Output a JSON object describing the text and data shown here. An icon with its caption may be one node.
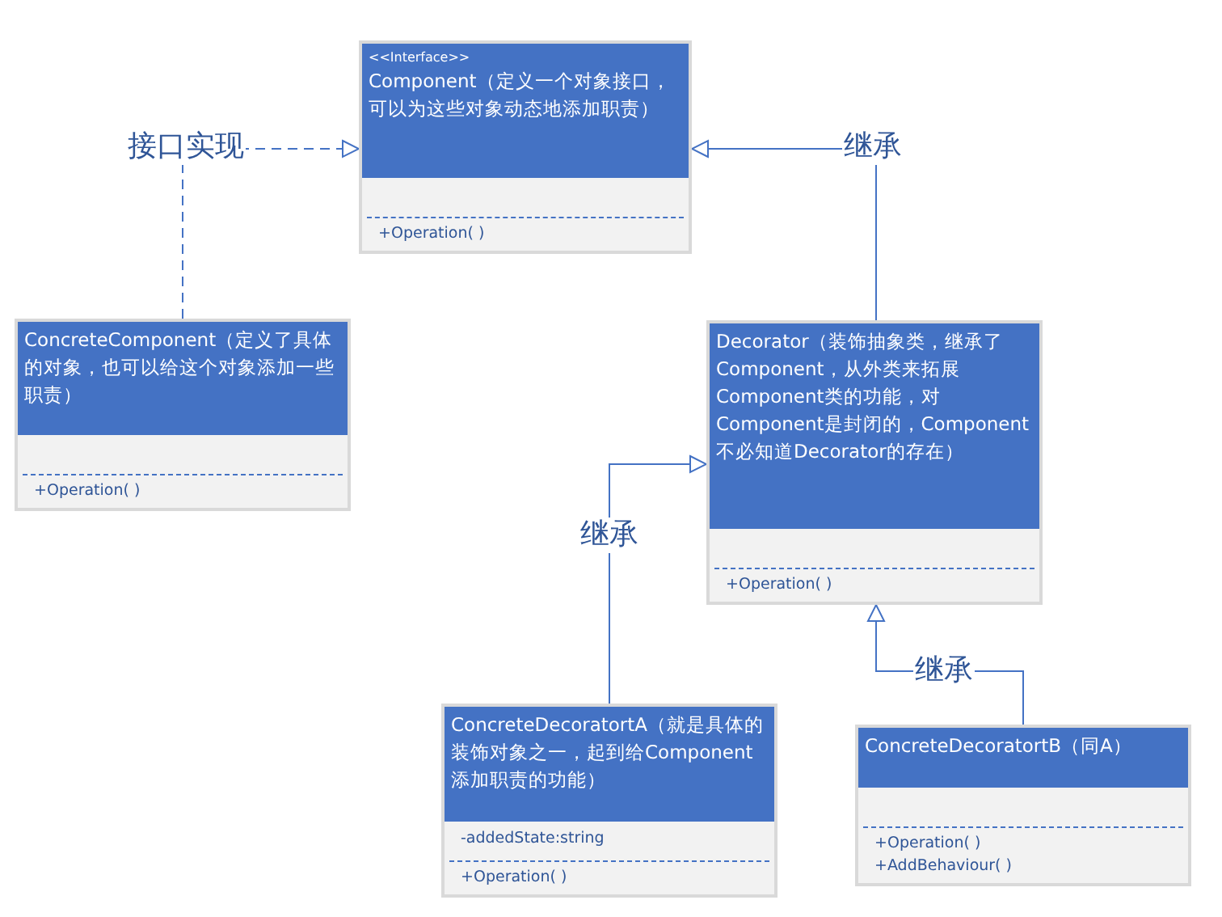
{
  "diagram": {
    "nodes": [
      {
        "text": [
          "<<Interface>>",
          "Component（定义一个对象接口，可以为这些对象动态地添加职责）",
          "+Operation( )"
        ]
      },
      {
        "text": [
          "ConcreteComponent（定义了具体的对象，也可以给这个对象添加一些职责）",
          "+Operation( )"
        ]
      },
      {
        "text": [
          "Decorator（装饰抽象类，继承了Component，从外类来拓展Component类的功能，对Component是封闭的，Component不必知道Decorator的存在）",
          "+Operation( )"
        ]
      },
      {
        "text": [
          "ConcreteDecoratortA（就是具体的装饰对象之一，起到给Component添加职责的功能）",
          "-addedState:string",
          "+Operation( )"
        ]
      },
      {
        "text": [
          "ConcreteDecoratortB（同A）",
          "+Operation( )",
          "+AddBehaviour( )"
        ]
      }
    ],
    "edges": [
      {
        "from": 1,
        "to": 0,
        "arrow": "to",
        "label": "接口实现",
        "style": "dashed"
      },
      {
        "from": 2,
        "to": 0,
        "arrow": "to",
        "label": "继承"
      },
      {
        "from": 3,
        "to": 2,
        "arrow": "to",
        "label": "继承"
      },
      {
        "from": 4,
        "to": 2,
        "arrow": "to",
        "label": "继承"
      }
    ]
  }
}
